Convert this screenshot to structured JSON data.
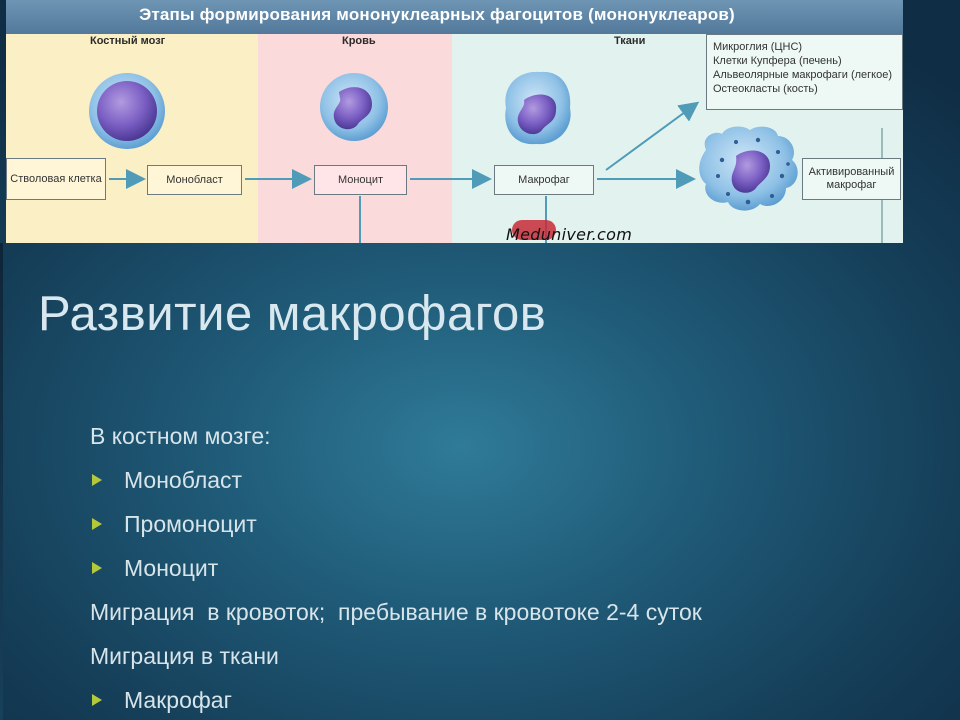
{
  "figure": {
    "title": "Этапы формирования мононуклеарных фагоцитов (мононуклеаров)",
    "zones": {
      "bone_marrow": "Костный мозг",
      "blood": "Кровь",
      "tissues": "Ткани"
    },
    "stages": {
      "stem_cell": "Стволовая клетка",
      "monoblast": "Монобласт",
      "monocyte": "Моноцит",
      "macrophage": "Макрофаг",
      "activated_macrophage": "Активированный макрофаг"
    },
    "tissue_macrophages": [
      "Микроглия (ЦНС)",
      "Клетки Купфера (печень)",
      "Альвеолярные макрофаги (легкое)",
      "Остеокласты (кость)"
    ],
    "watermark": "Meduniver.com",
    "colors": {
      "bone_marrow_zone": "#fbefc6",
      "blood_zone": "#fadadb",
      "tissue_zone": "#e2f3ef",
      "arrow": "#4f9bb8",
      "title_bar": "#5e84a5"
    }
  },
  "slide": {
    "title": "Развитие макрофагов",
    "bullet_color": "#b4c93a",
    "lines": [
      {
        "text": "В костном мозге:",
        "bullet": false
      },
      {
        "text": "Монобласт",
        "bullet": true
      },
      {
        "text": "Промоноцит",
        "bullet": true
      },
      {
        "text": "Моноцит",
        "bullet": true
      },
      {
        "text": "Миграция  в кровоток;  пребывание в кровотоке 2-4 суток",
        "bullet": false
      },
      {
        "text": "Миграция в ткани",
        "bullet": false
      },
      {
        "text": "Макрофаг",
        "bullet": true
      }
    ]
  }
}
